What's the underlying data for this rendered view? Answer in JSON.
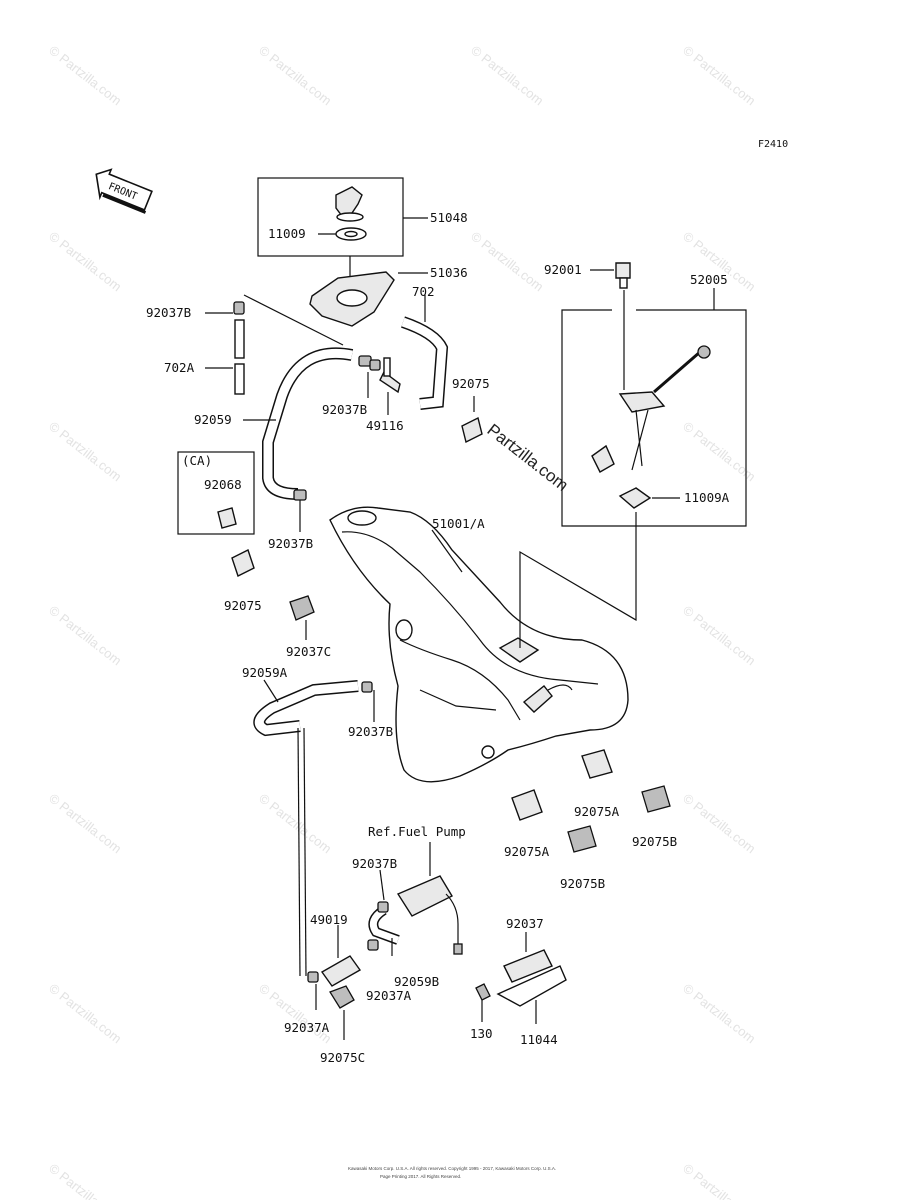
{
  "figure_code": "F2410",
  "front_arrow_label": "FRONT",
  "reference_note": "Ref.Fuel Pump",
  "watermark_text": "© Partzilla.com",
  "center_watermark": "Partzilla.com",
  "footer_line_1": "Kawasaki Motors Corp. U.S.A. All rights reserved. Copyright 1995 - 2017, Kawasaki Motors Corp. U.S.A.",
  "footer_line_2": "Page Printing 2017. All Rights Reserved.",
  "callouts": {
    "c51048": "51048",
    "c11009": "11009",
    "c51036": "51036",
    "c702": "702",
    "c92037B_1": "92037B",
    "c702A": "702A",
    "c92001": "92001",
    "c52005": "52005",
    "c92075_1": "92075",
    "c92037B_2": "92037B",
    "c49116": "49116",
    "c92059": "92059",
    "cCA": "(CA)",
    "c92068": "92068",
    "c11009A": "11009A",
    "c51001A": "51001/A",
    "c92037B_3": "92037B",
    "c92075_2": "92075",
    "c92037C": "92037C",
    "c92059A": "92059A",
    "c92037B_4": "92037B",
    "c92075A_1": "92075A",
    "c92075A_2": "92075A",
    "c92075B_1": "92075B",
    "c92075B_2": "92075B",
    "c92037B_5": "92037B",
    "c49019": "49019",
    "c92059B": "92059B",
    "c92037A_1": "92037A",
    "c92037": "92037",
    "c130": "130",
    "c11044": "11044",
    "c92037A_2": "92037A",
    "c92075C": "92075C"
  },
  "colors": {
    "line": "#111111",
    "watermark": "#e3e3e3",
    "background": "#ffffff"
  }
}
